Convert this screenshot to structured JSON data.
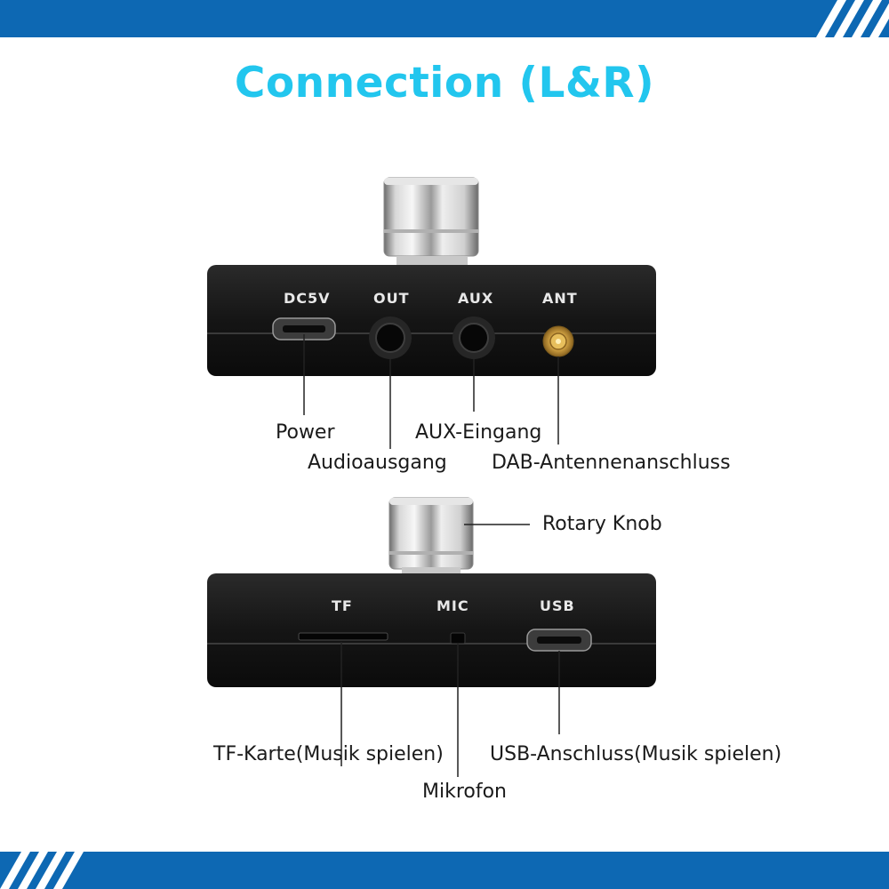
{
  "page": {
    "title": "Connection (L&R)",
    "colors": {
      "title": "#22c6ee",
      "band": "#0d68b3",
      "device": "#161616",
      "antenna": "#d4a43a"
    }
  },
  "top_device": {
    "port_labels": {
      "dc5v": "DC5V",
      "out": "OUT",
      "aux": "AUX",
      "ant": "ANT"
    },
    "callouts": {
      "power": "Power",
      "audioausgang": "Audioausgang",
      "aux_eingang": "AUX-Eingang",
      "dab": "DAB-Antennenanschluss"
    }
  },
  "bottom_device": {
    "port_labels": {
      "tf": "TF",
      "mic": "MIC",
      "usb": "USB"
    },
    "callouts": {
      "rotary_knob": "Rotary Knob",
      "tf_karte": "TF-Karte(Musik spielen)",
      "mikrofon": "Mikrofon",
      "usb_anschluss": "USB-Anschluss(Musik spielen)"
    }
  },
  "icons": [
    "rotary-knob-icon",
    "micro-usb-port-icon",
    "audio-jack-icon",
    "sma-antenna-connector-icon",
    "tf-slot-icon",
    "mic-hole-icon"
  ]
}
